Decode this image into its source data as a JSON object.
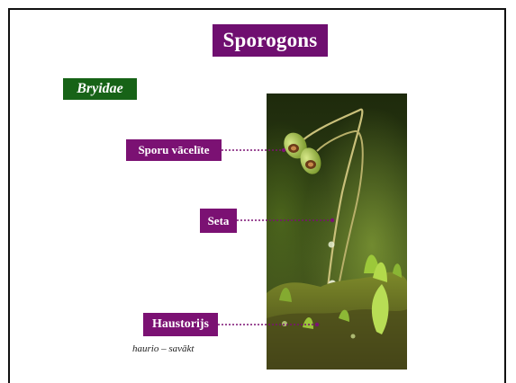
{
  "slide": {
    "title": "Sporogons",
    "subclass": "Bryidae",
    "labels": {
      "capsule": "Sporu vācelīte",
      "seta": "Seta",
      "haustorium": "Haustorijs"
    },
    "etymology": "haurio – savākt"
  },
  "colors": {
    "title_bg": "#6f0f70",
    "subclass_bg": "#176317",
    "label_bg": "#7b1173",
    "pointer": "#7b1173"
  }
}
